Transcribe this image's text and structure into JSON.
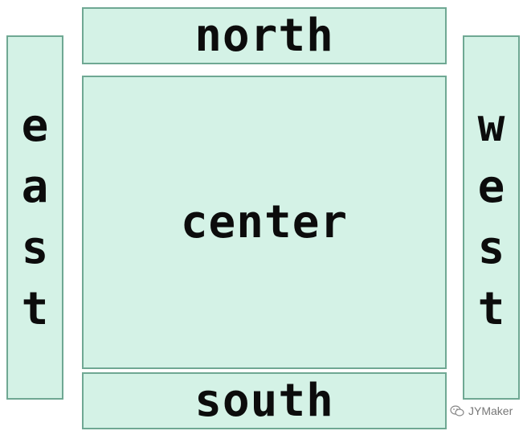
{
  "regions": {
    "north": "north",
    "center": "center",
    "south": "south",
    "east": [
      "e",
      "a",
      "s",
      "t"
    ],
    "west": [
      "w",
      "e",
      "s",
      "t"
    ]
  },
  "watermark": {
    "text": "JYMaker",
    "icon": "wechat-icon"
  },
  "colors": {
    "panel_fill": "#d4f2e6",
    "panel_border": "#6fa893",
    "text": "#0c0c0c"
  }
}
